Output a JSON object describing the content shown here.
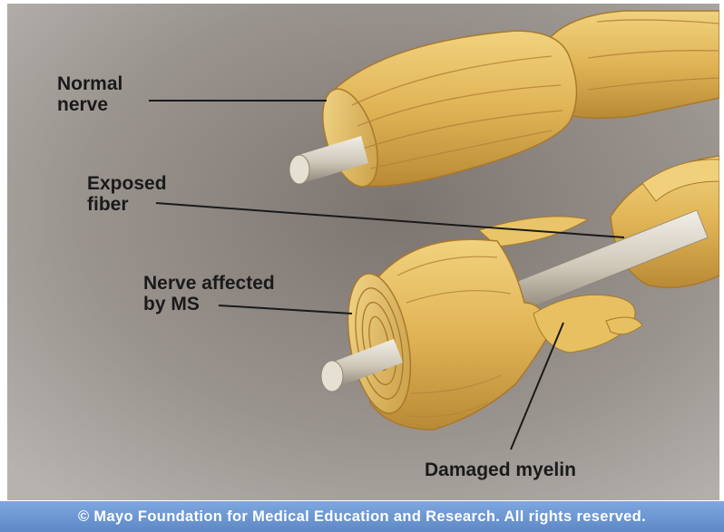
{
  "labels": {
    "normal_nerve": "Normal\nnerve",
    "exposed_fiber": "Exposed\nfiber",
    "nerve_affected": "Nerve affected\nby MS",
    "damaged_myelin": "Damaged myelin"
  },
  "footer": {
    "copyright": "© Mayo Foundation for Medical Education and Research.  All rights reserved."
  },
  "colors": {
    "background": "#8f8984",
    "myelin": "#e2b95b",
    "fiber": "#d8d2c4",
    "footer": "#6a93d1",
    "label_text": "#1a1a1a"
  }
}
